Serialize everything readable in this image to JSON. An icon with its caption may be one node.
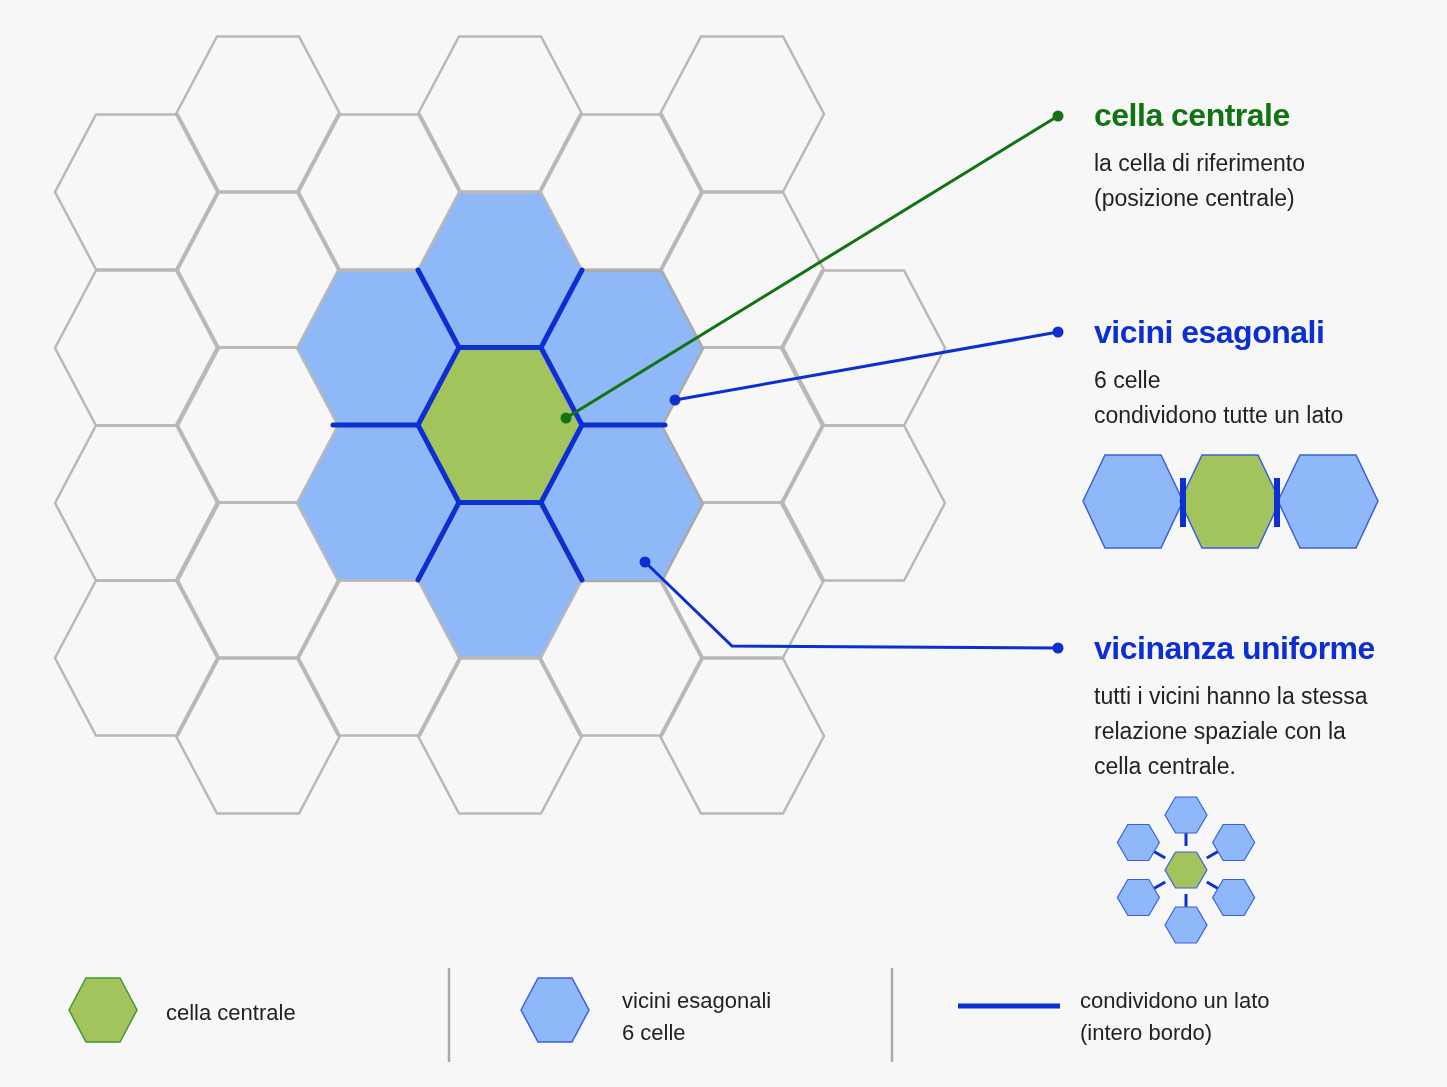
{
  "diagram": {
    "nodes": [
      {
        "text": [],
        "shape": "hexagon"
      },
      {
        "text": [],
        "shape": "hexagon"
      },
      {
        "text": [],
        "shape": "hexagon"
      },
      {
        "text": [
          "cella centrale",
          "la cella di riferimento (posizione centrale)"
        ]
      },
      {
        "text": [
          "vicini esagonali",
          "6 celle",
          "condividono tutte un lato"
        ]
      },
      {
        "text": [
          "vicinanza uniforme",
          "tutti i vicini hanno la stessa relazione spaziale con la cella centrale."
        ]
      }
    ],
    "edges": [
      {
        "from": 3,
        "to": 0,
        "arrow": "other",
        "color": "#127312"
      },
      {
        "from": 4,
        "to": 1,
        "arrow": "other",
        "color": "#0b2fd0"
      },
      {
        "from": 5,
        "to": 2,
        "arrow": "other",
        "color": "#0b2fd0"
      }
    ],
    "legend": [
      {
        "text": "cella centrale",
        "color": "#a3c45c"
      },
      {
        "text": "vicini esagonali 6 celle",
        "color": "#8fb8f8"
      },
      {
        "text": "condividono un lato (intero bordo)"
      }
    ]
  }
}
